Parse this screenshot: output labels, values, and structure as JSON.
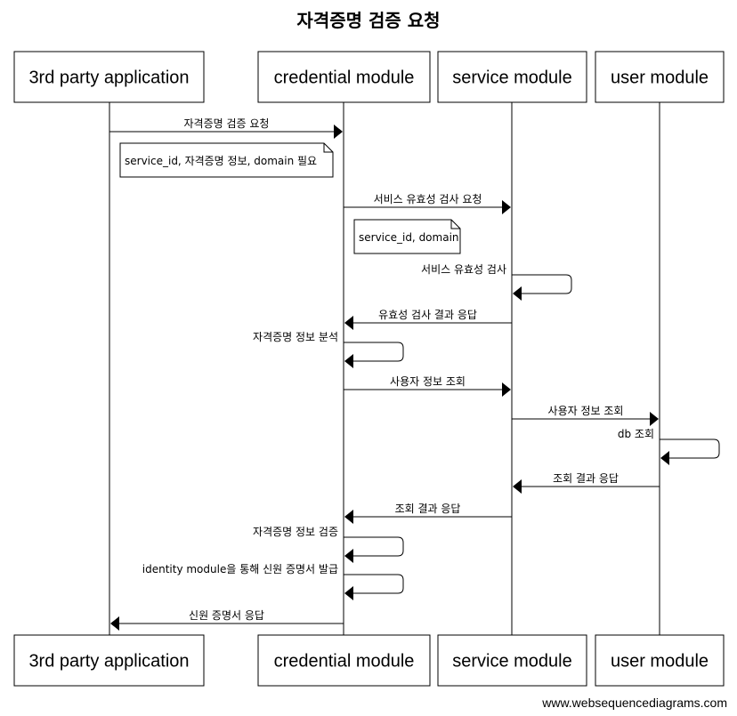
{
  "title": "자격증명 검증 요청",
  "footer": "www.websequencediagrams.com",
  "actors": [
    {
      "id": "app",
      "label": "3rd party application"
    },
    {
      "id": "cred",
      "label": "credential module"
    },
    {
      "id": "svc",
      "label": "service module"
    },
    {
      "id": "user",
      "label": "user module"
    }
  ],
  "messages": [
    {
      "from": "app",
      "to": "cred",
      "label": "자격증명 검증 요청"
    },
    {
      "from": "cred",
      "to": "svc",
      "label": "서비스 유효성 검사 요청"
    },
    {
      "from": "svc",
      "to": "svc",
      "label": "서비스 유효성 검사"
    },
    {
      "from": "svc",
      "to": "cred",
      "label": "유효성 검사 결과 응답"
    },
    {
      "from": "cred",
      "to": "cred",
      "label": "자격증명 정보 분석"
    },
    {
      "from": "cred",
      "to": "svc",
      "label": "사용자 정보 조회"
    },
    {
      "from": "svc",
      "to": "user",
      "label": "사용자 정보 조회"
    },
    {
      "from": "user",
      "to": "user",
      "label": "db 조회"
    },
    {
      "from": "user",
      "to": "svc",
      "label": "조회 결과 응답"
    },
    {
      "from": "svc",
      "to": "cred",
      "label": "조회 결과 응답"
    },
    {
      "from": "cred",
      "to": "cred",
      "label": "자격증명 정보 검증"
    },
    {
      "from": "cred",
      "to": "cred",
      "label": "identity module을 통해 신원 증명서 발급"
    },
    {
      "from": "cred",
      "to": "app",
      "label": "신원 증명서 응답"
    }
  ],
  "notes": [
    {
      "after": 0,
      "label": "service_id, 자격증명 정보, domain 필요"
    },
    {
      "after": 1,
      "label": "service_id, domain"
    }
  ]
}
